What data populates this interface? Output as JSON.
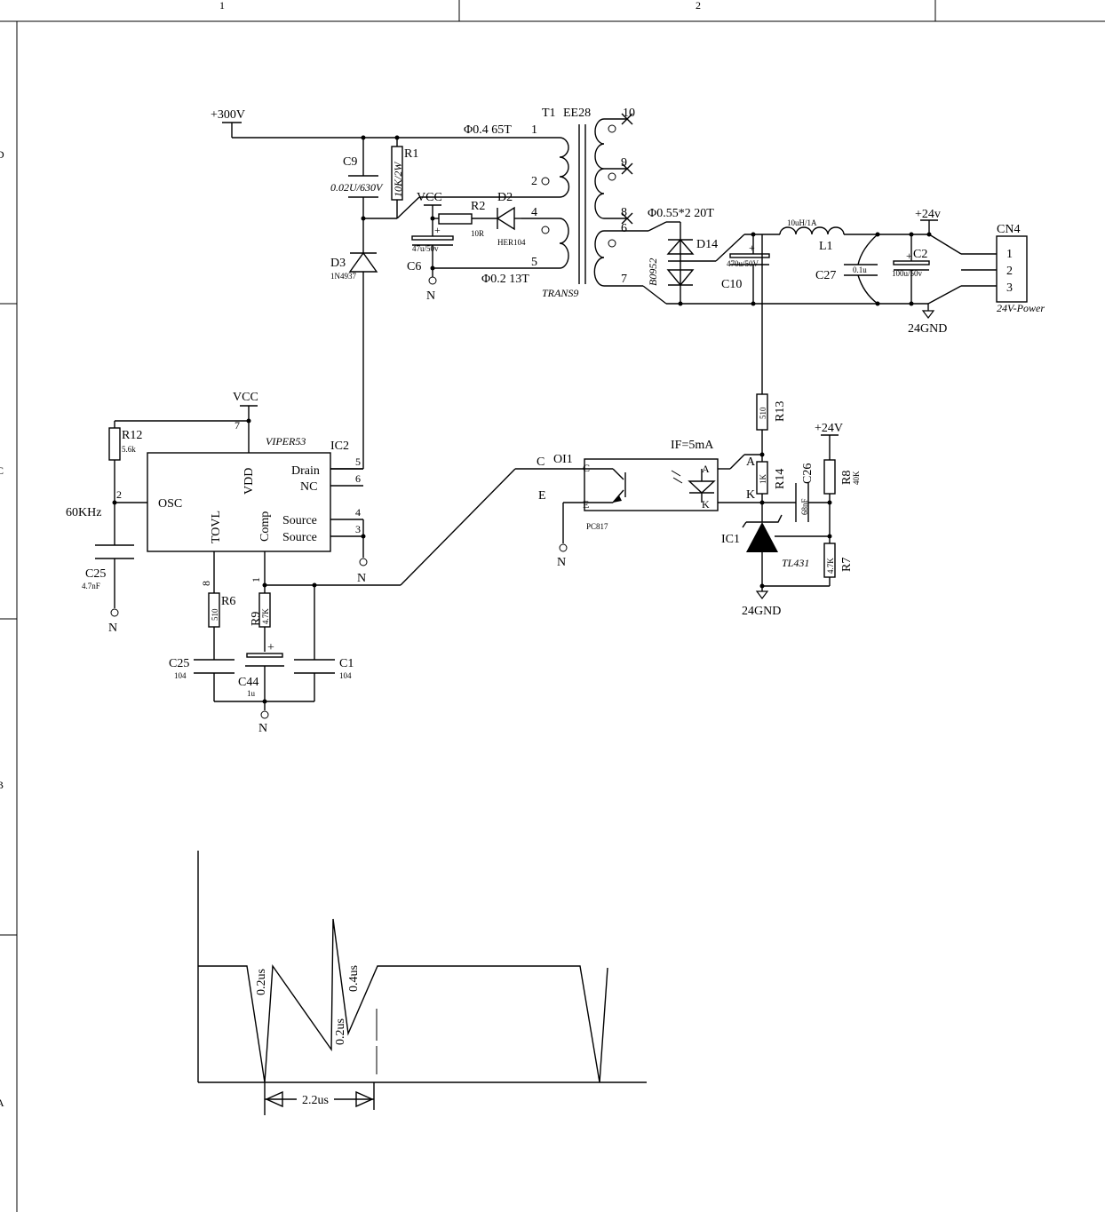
{
  "frame": {
    "col1": "1",
    "col2": "2",
    "row_d": "D",
    "row_c": "C",
    "row_b": "B",
    "row_a": "A"
  },
  "nets": {
    "hv": "+300V",
    "vcc1": "VCC",
    "vcc2": "VCC",
    "p24v_out": "+24v",
    "p24v_ref": "+24V",
    "gnd24_out": "24GND",
    "gnd24_ref": "24GND",
    "n_c6": "N",
    "n_source": "N",
    "n_c25": "N",
    "n_c44": "N",
    "n_opto": "N"
  },
  "transformer": {
    "name": "T1",
    "core": "EE28",
    "part": "TRANS9",
    "primary": "Φ0.4  65T",
    "aux": "Φ0.2  13T",
    "secondary": "Φ0.55*2  20T",
    "pins": [
      "1",
      "2",
      "4",
      "5",
      "10",
      "9",
      "8",
      "6",
      "7"
    ]
  },
  "ic2": {
    "ref": "IC2",
    "part": "VIPER53",
    "pin_vdd": "VDD",
    "pin_drain": "Drain",
    "pin_nc": "NC",
    "pin_osc": "OSC",
    "pin_tovl": "TOVL",
    "pin_comp": "Comp",
    "pin_source1": "Source",
    "pin_source2": "Source",
    "num_drain": "5",
    "num_nc": "6",
    "num_src1": "4",
    "num_src2": "3",
    "num_vdd": "7",
    "num_osc": "2",
    "num_tovl": "8",
    "num_comp": "1"
  },
  "components": {
    "c9_ref": "C9",
    "c9_val": "0.02U/630V",
    "r1_ref": "R1",
    "r1_val": "10K/2W",
    "r2_ref": "R2",
    "r2_val": "10R",
    "d2_ref": "D2",
    "d2_val": "HER104",
    "d3_ref": "D3",
    "d3_val": "1N4937",
    "c6_ref": "C6",
    "c6_val": "47u/50v",
    "d14_ref": "D14",
    "d14_val": "B0952",
    "c10_ref": "C10",
    "c10_val": "470u/50V",
    "l1_ref": "L1",
    "l1_val": "10uH/1A",
    "c27_ref": "C27",
    "c27_val": "0.1u",
    "c2_ref": "C2",
    "c2_val": "100u/50v",
    "cn4_ref": "CN4",
    "cn4_val": "24V-Power",
    "cn4_p1": "1",
    "cn4_p2": "2",
    "cn4_p3": "3",
    "r12_ref": "R12",
    "r12_val": "5.6k",
    "freq": "60KHz",
    "c25a_ref": "C25",
    "c25a_val": "4.7nF",
    "r6_ref": "R6",
    "r6_val": "510",
    "r9_ref": "R9",
    "r9_val": "4.7K",
    "c25b_ref": "C25",
    "c25b_val": "104",
    "c44_ref": "C44",
    "c44_val": "1u",
    "c1_ref": "C1",
    "c1_val": "104",
    "r13_ref": "R13",
    "r13_val": "510",
    "r14_ref": "R14",
    "r14_val": "1K",
    "c26_ref": "C26",
    "c26_val": "68nF",
    "r8_ref": "R8",
    "r8_val": "40K",
    "r7_ref": "R7",
    "r7_val": "4.7K",
    "ic1_ref": "IC1",
    "ic1_val": "TL431"
  },
  "opto": {
    "ref": "OI1",
    "part": "PC817",
    "if_note": "IF=5mA",
    "c_out": "C",
    "e_out": "E",
    "c_in": "C",
    "e_in": "E",
    "a_out": "A",
    "k_out": "K",
    "a_in": "A",
    "k_in": "K"
  },
  "waveform": {
    "rise1": "0.2us",
    "fall1": "0.2us",
    "rise2": "0.4us",
    "period": "2.2us"
  }
}
